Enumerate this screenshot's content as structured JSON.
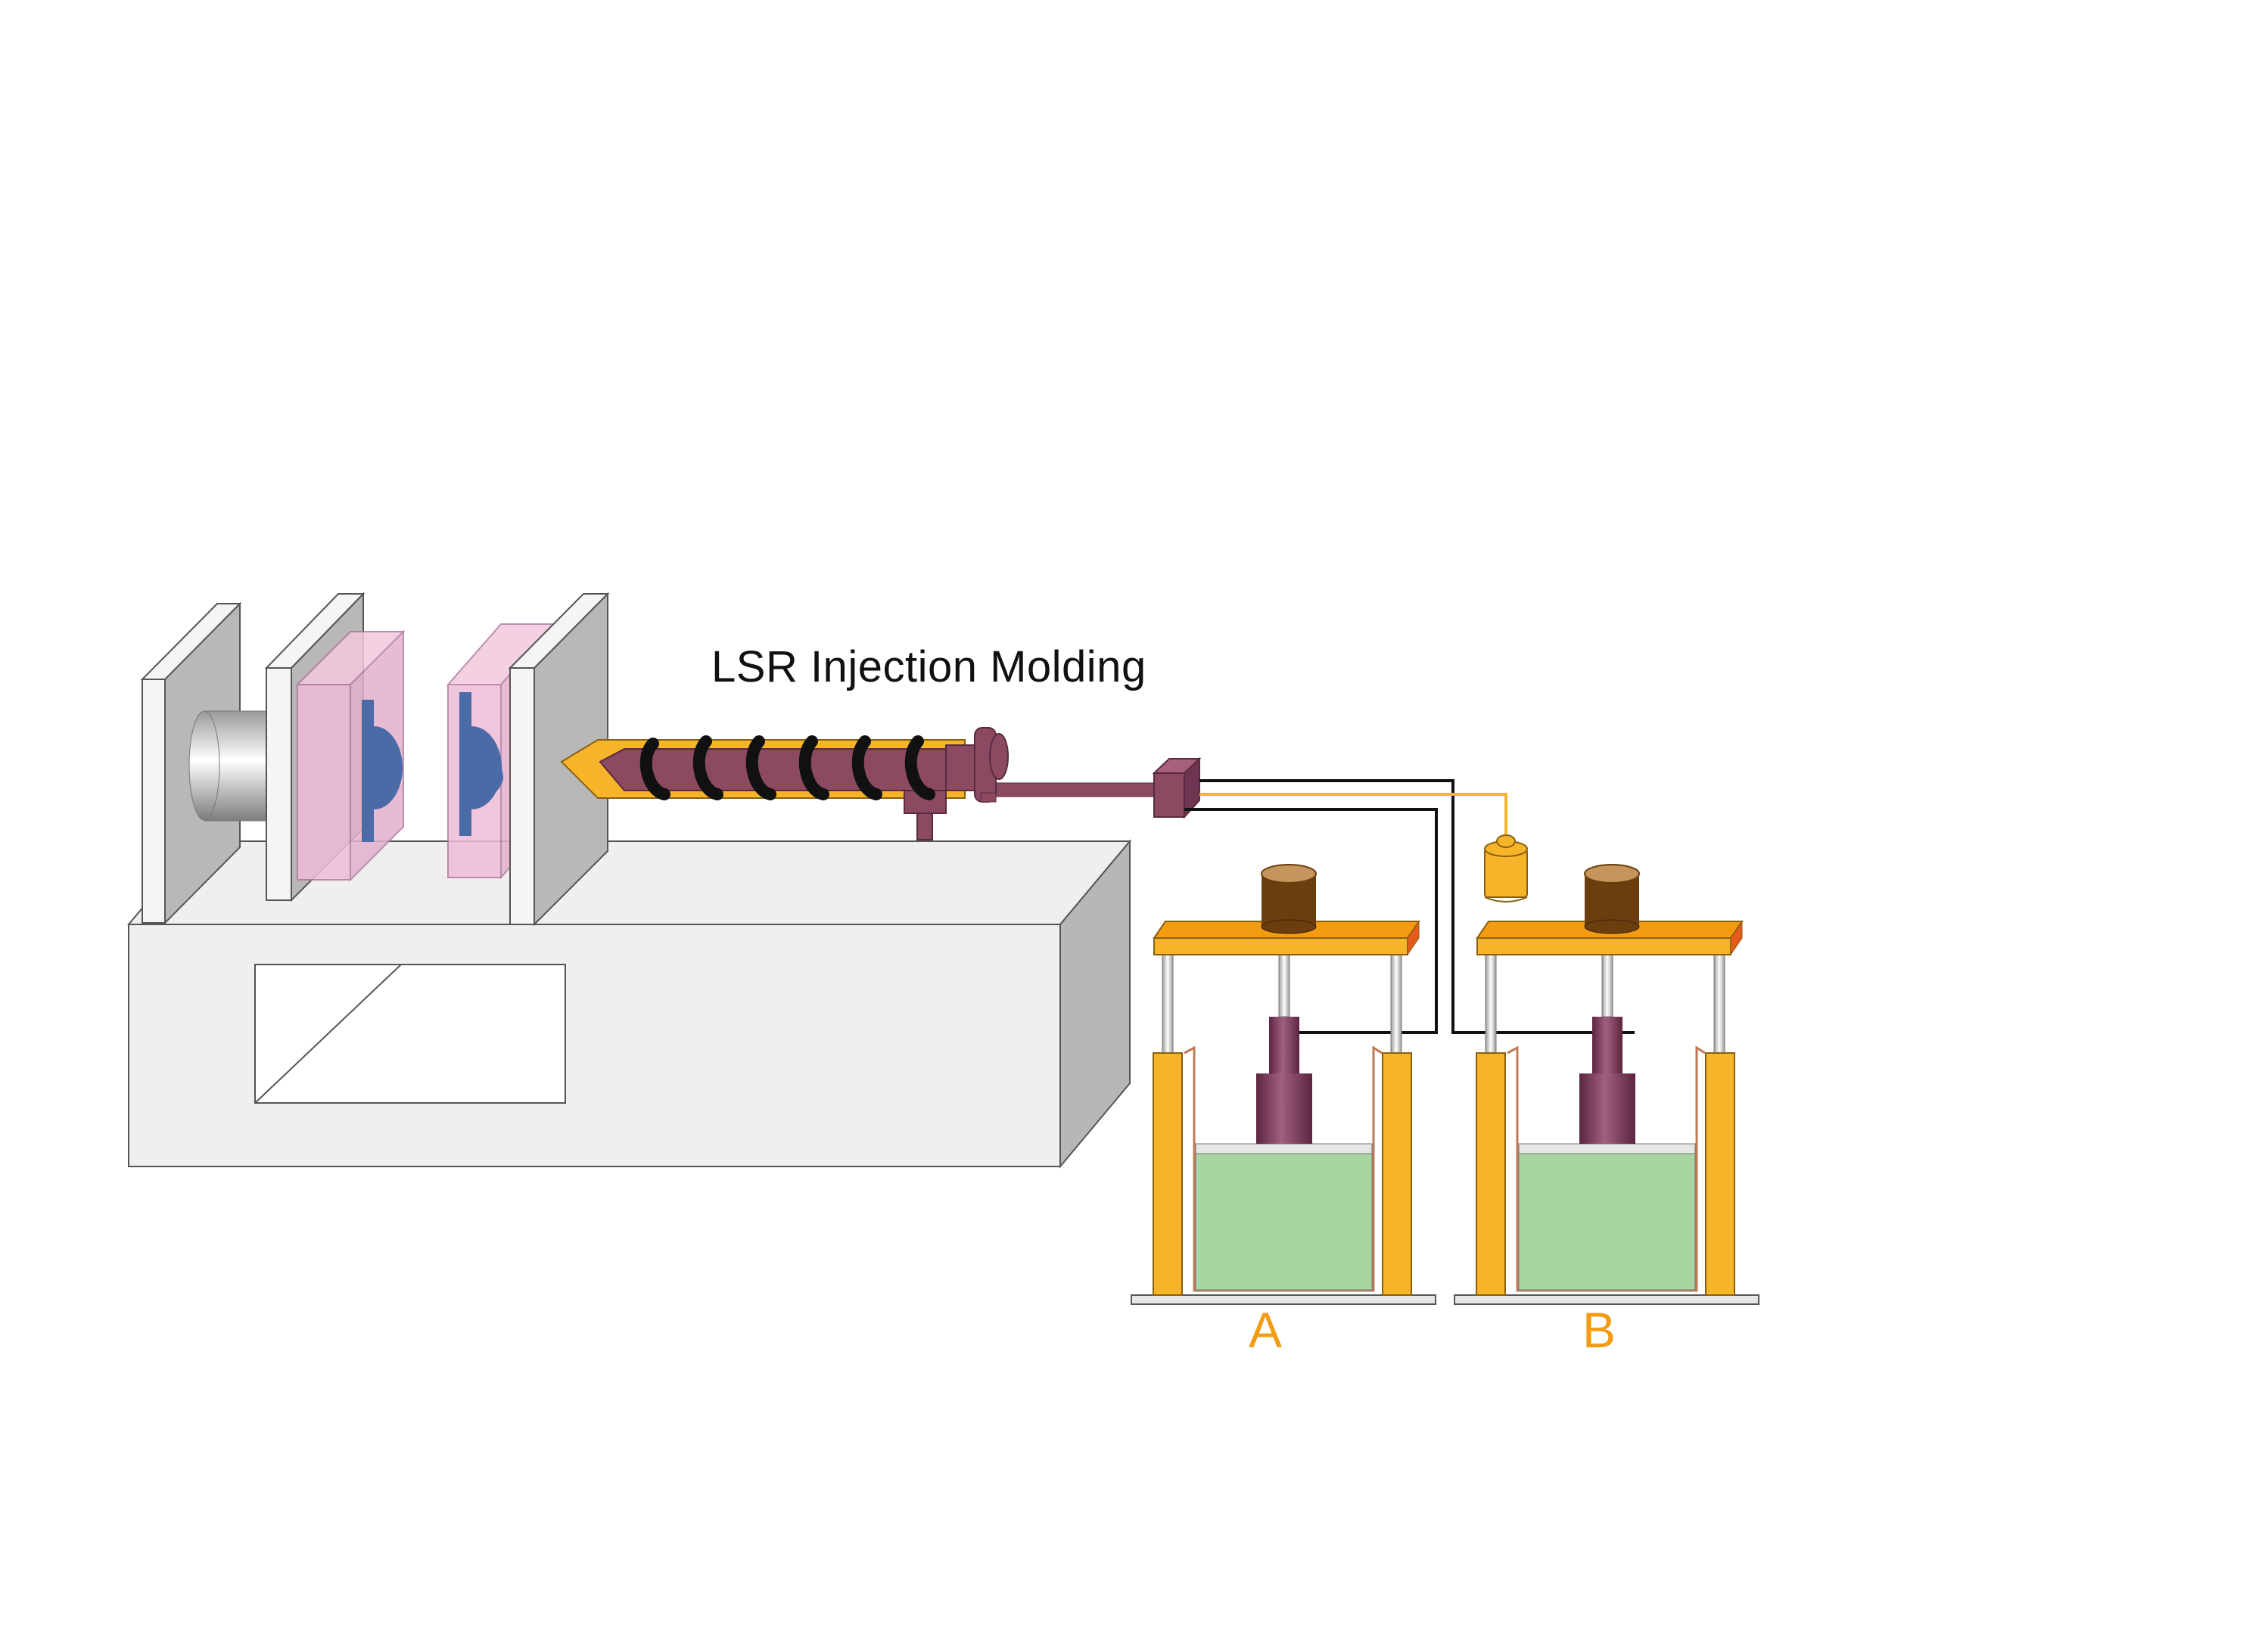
{
  "diagram": {
    "title": "LSR Injection Molding",
    "tanks": [
      {
        "label": "A"
      },
      {
        "label": "B"
      }
    ]
  },
  "colors": {
    "label_accent": "#F39C12",
    "barrel_body": "#8B4A62",
    "nozzle_sleeve": "#F6B42A",
    "mold_plate": "#EFBCD6",
    "mold_cavity": "#4A6BA8",
    "frame_column": "#F6B42A",
    "liquid_silicone": "#A8D5A2",
    "metering_piston": "#7A3554",
    "drive_cap": "#6B3E0F",
    "machine_base": "#EFEFEF"
  }
}
